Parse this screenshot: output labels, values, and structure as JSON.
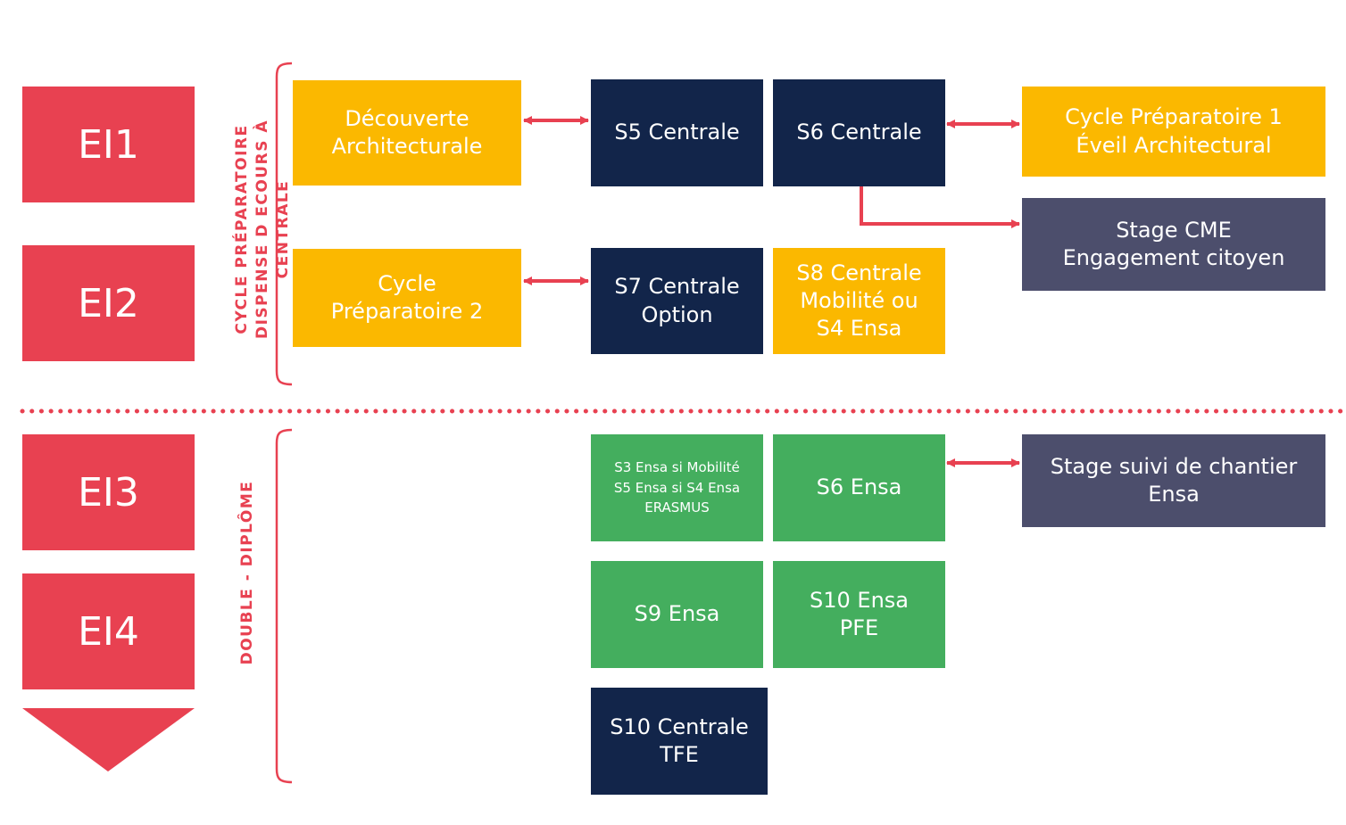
{
  "years": {
    "ei1": "EI1",
    "ei2": "EI2",
    "ei3": "EI3",
    "ei4": "EI4"
  },
  "brackets": {
    "top_label": "CYCLE PRÉPARATOIRE\nDISPENSE D ECOURS À CENTRALE",
    "bottom_label": "DOUBLE - DIPLÔME"
  },
  "boxes": {
    "decouverte": "Découverte\nArchitecturale",
    "s5_centrale": "S5 Centrale",
    "s6_centrale": "S6 Centrale",
    "cycle_prep_1": "Cycle Préparatoire 1\nÉveil Architectural",
    "stage_cme": "Stage CME\nEngagement citoyen",
    "cycle_prep_2": "Cycle\nPréparatoire 2",
    "s7_centrale": "S7 Centrale\nOption",
    "s8_centrale": "S8 Centrale\nMobilité ou\nS4 Ensa",
    "s3_ensa": "S3 Ensa si Mobilité\nS5 Ensa si S4 Ensa\nERASMUS",
    "s6_ensa": "S6 Ensa",
    "stage_chantier": "Stage suivi de chantier\nEnsa",
    "s9_ensa": "S9 Ensa",
    "s10_ensa": "S10 Ensa\nPFE",
    "s10_centrale": "S10 Centrale\nTFE"
  },
  "colors": {
    "red": "#E84151",
    "yellow": "#FBB800",
    "navy": "#12254A",
    "slate": "#4C4E6C",
    "green": "#44AE5E"
  }
}
